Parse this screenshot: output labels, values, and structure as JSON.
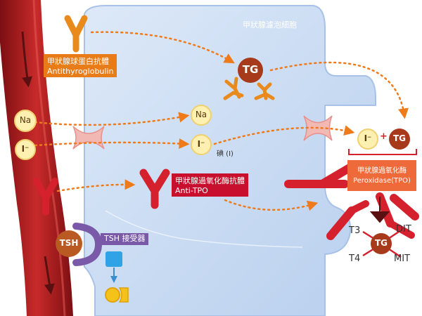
{
  "cell_label": "甲狀腺濾泡細胞",
  "antithyroglobulin": {
    "zh": "甲狀腺球蛋白抗體",
    "en": "Antithyroglobulin"
  },
  "anti_tpo": {
    "zh": "甲狀腺過氧化酶抗體",
    "en": "Anti-TPO"
  },
  "tg": "TG",
  "na": "Na",
  "iodide": "I⁻",
  "iodine_label": "碘 (I)",
  "plus": "+",
  "tsh": "TSH",
  "tsh_receptor": "TSH 接受器",
  "tpo_enzyme": {
    "zh": "甲狀腺過氧化酶",
    "en": "Peroxidase(TPO)"
  },
  "hormones": {
    "t3": "T3",
    "t4": "T4",
    "dit": "DIT",
    "mit": "MIT"
  },
  "colors": {
    "blood_vessel": "#b31f24",
    "cell": "#c9dcf3",
    "ion_circle": "#fdf0b0",
    "tg_circle": "#a63a1a",
    "antibody_orange": "#e98a1c",
    "antibody_red": "#d5202e",
    "arrow_dotted": "#ef7a1a",
    "tpo_box": "#ef6a3a",
    "tsh_circle": "#b85a22",
    "receptor": "#7a5aa8"
  }
}
